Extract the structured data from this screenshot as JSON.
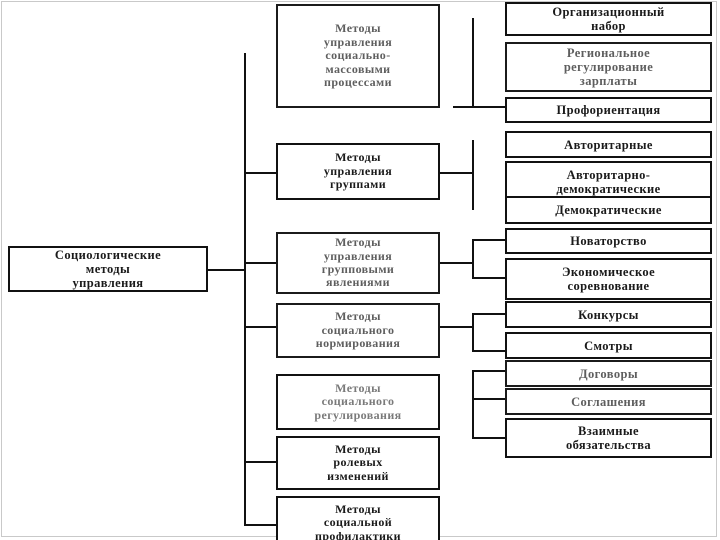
{
  "diagram": {
    "title": "Социологические методы управления",
    "language": "ru",
    "root": {
      "label": "Социологические\nметоды\nуправления"
    },
    "level2": [
      {
        "id": "mass-processes",
        "label": "Методы\nуправления\nсоциально-\nмассовыми\nпроцессами"
      },
      {
        "id": "groups",
        "label": "Методы\nуправления\nгруппами"
      },
      {
        "id": "group-phenomena",
        "label": "Методы\nуправления\nгрупповыми\nявлениями"
      },
      {
        "id": "social-norming",
        "label": "Методы\nсоциального\nнормирования"
      },
      {
        "id": "social-regulation",
        "label": "Методы\nсоциального\nрегулирования"
      },
      {
        "id": "role-changes",
        "label": "Методы\nролевых\nизменений"
      },
      {
        "id": "social-prevention",
        "label": "Методы\nсоциальной\nпрофилактики"
      }
    ],
    "level3": [
      {
        "id": "org-recruitment",
        "label": "Организационный\nнабор"
      },
      {
        "id": "regional-salary",
        "label": "Региональное\nрегулирование\nзарплаты"
      },
      {
        "id": "career-guidance",
        "label": "Профориентация"
      },
      {
        "id": "authoritarian",
        "label": "Авторитарные"
      },
      {
        "id": "auth-democratic",
        "label": "Авторитарно-\nдемократические"
      },
      {
        "id": "democratic",
        "label": "Демократические"
      },
      {
        "id": "innovation",
        "label": "Новаторство"
      },
      {
        "id": "econ-competition",
        "label": "Экономическое\nсоревнование"
      },
      {
        "id": "contests",
        "label": "Конкурсы"
      },
      {
        "id": "reviews",
        "label": "Смотры"
      },
      {
        "id": "contracts",
        "label": "Договоры"
      },
      {
        "id": "agreements",
        "label": "Соглашения"
      },
      {
        "id": "mutual-obligations",
        "label": "Взаимные\nобязательства"
      }
    ],
    "colors": {
      "line": "#111111",
      "box_border": "#111111",
      "text": "#1a1a1a",
      "faded_text": "#6a6a6a",
      "background": "#ffffff",
      "frame": "#c9c9c9"
    }
  }
}
